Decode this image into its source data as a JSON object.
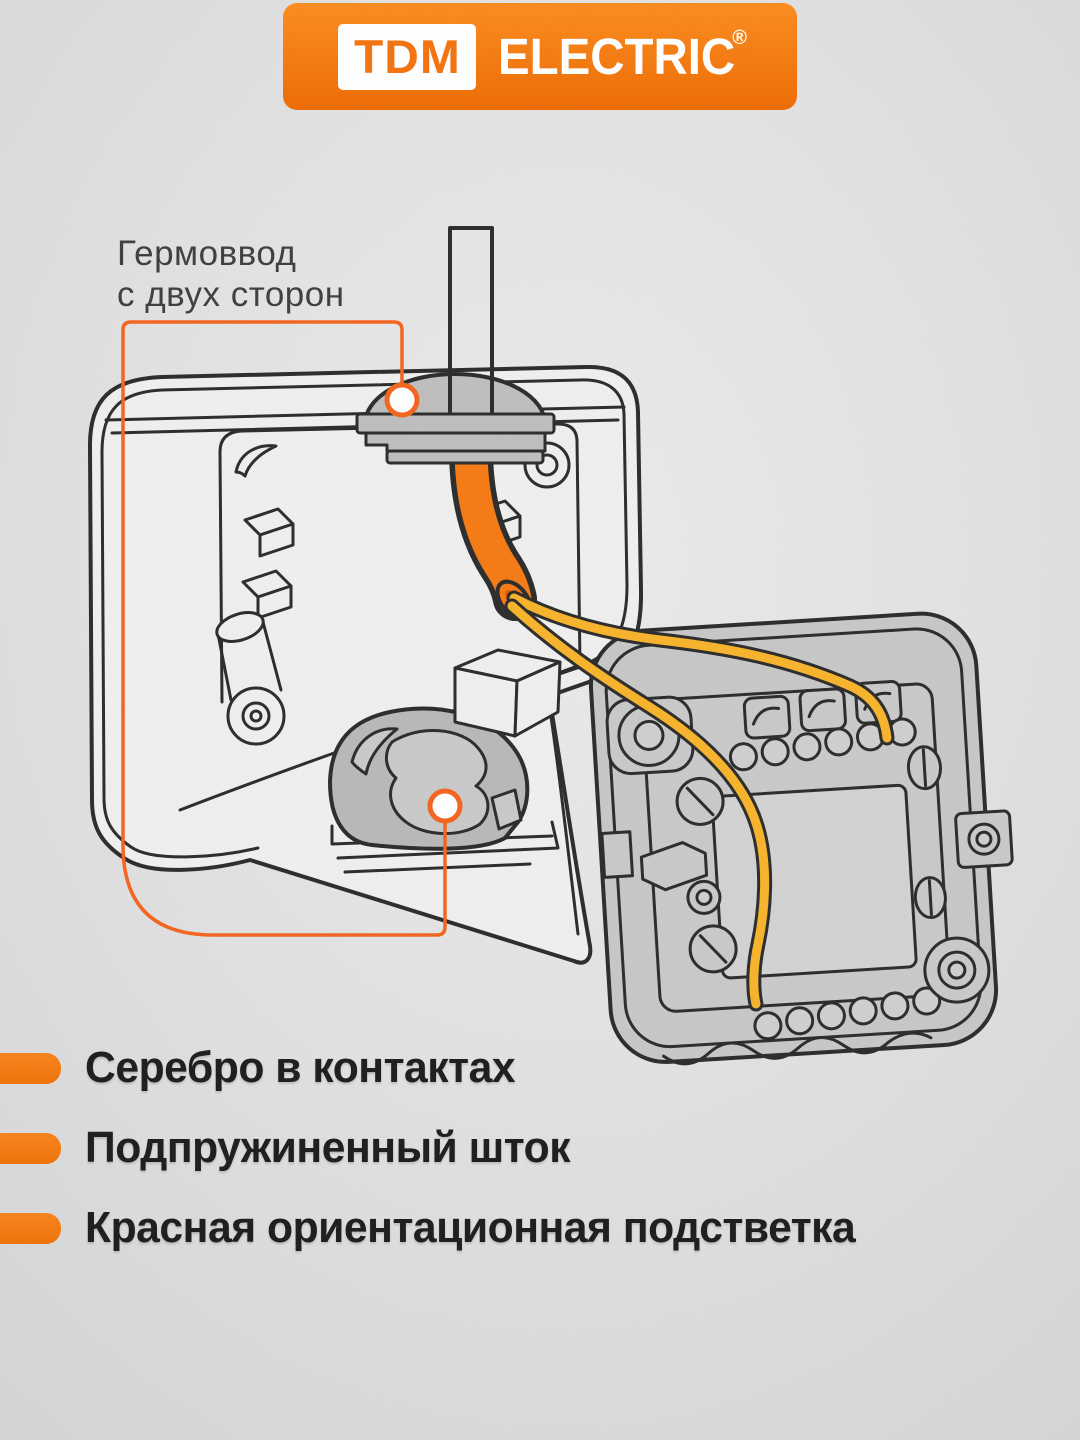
{
  "brand": {
    "logo_box": "TDM",
    "logo_text": "ELECTRIC",
    "registered": "®"
  },
  "annotation": {
    "line1": "Гермоввод",
    "line2": "с двух сторон"
  },
  "features": [
    {
      "label": "Серебро в контактах"
    },
    {
      "label": "Подпружиненный шток"
    },
    {
      "label": "Красная ориентационная подстветка"
    }
  ],
  "markers": [
    {
      "name": "cable-gland-top-marker"
    },
    {
      "name": "cable-gland-bottom-marker"
    }
  ],
  "colors": {
    "accent_orange": "#F3641E",
    "banner_orange_top": "#FB8C1E",
    "banner_orange_bottom": "#EE6A02",
    "bullet_orange": "#F47A16",
    "cable_orange": "#F57A14",
    "wire_yellow": "#F7B32B",
    "part_gray": "#C7C7C7",
    "outline_dark": "#2B2B2B",
    "background_gray": "#E2E2E3"
  }
}
